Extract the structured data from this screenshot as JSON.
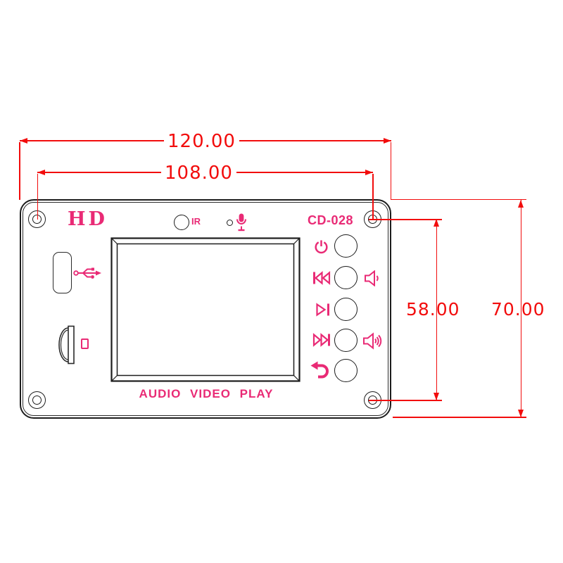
{
  "title": "CD-028 audio video player front panel dimension drawing",
  "colors": {
    "accent": "#e92a75",
    "dimension": "#f20c0c",
    "line": "#1d1d1d",
    "background": "#ffffff"
  },
  "dimensions": {
    "width_outer": {
      "label": "120.00"
    },
    "width_holes": {
      "label": "108.00"
    },
    "height_holes": {
      "label": "58.00"
    },
    "height_outer": {
      "label": "70.00"
    }
  },
  "panel": {
    "brand": "HD",
    "model": "CD-028",
    "ir_label": "IR",
    "caption": "AUDIO VIDEO PLAY",
    "mount_holes": 4,
    "ports": [
      {
        "name": "usb-port",
        "icon": "usb-icon"
      },
      {
        "name": "sd-card-slot",
        "icon": "sd-card-icon"
      }
    ],
    "sensors": [
      {
        "name": "ir-receiver-window"
      },
      {
        "name": "microphone-hole",
        "icon": "microphone-icon"
      }
    ],
    "screen": {
      "name": "lcd-screen"
    },
    "buttons": [
      {
        "name": "power",
        "icon": "power-icon"
      },
      {
        "name": "previous",
        "icon": "previous-track-icon",
        "right_icon": "volume-down-icon"
      },
      {
        "name": "play-pause",
        "icon": "play-pause-icon"
      },
      {
        "name": "next",
        "icon": "next-track-icon",
        "right_icon": "volume-up-icon"
      },
      {
        "name": "back",
        "icon": "back-return-icon"
      }
    ]
  }
}
